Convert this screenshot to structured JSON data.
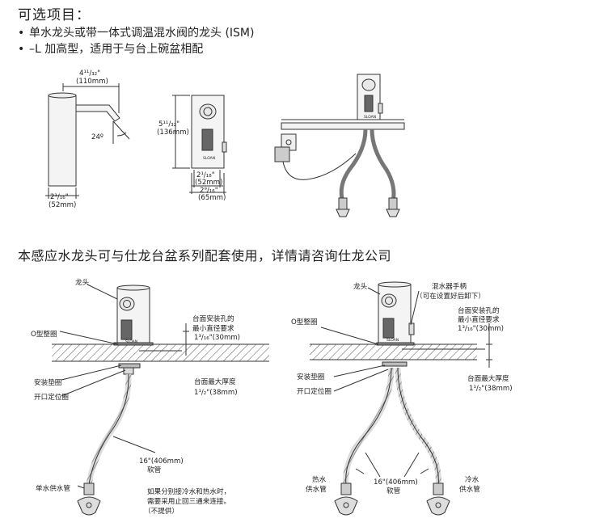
{
  "header": {
    "title": "可选项目：",
    "bullets": [
      "单水龙头或带一体式调温混水阀的龙头 (ISM)",
      "–L 加高型，适用于与台上碗盆相配"
    ]
  },
  "section": {
    "title": "本感应水龙头可与仕龙台盆系列配套使用，详情请咨询仕龙公司"
  },
  "top_dims": {
    "spout_reach_in": "4¹¹/₃₂\"",
    "spout_reach_mm": "(110mm)",
    "angle": "24º",
    "base_dia_in": "2¹/₁₆\"",
    "base_dia_mm": "(52mm)",
    "height_in": "5¹¹/₃₂\"",
    "height_mm": "(136mm)",
    "inner_in": "2¹/₁₈\"",
    "inner_mm": "(52mm)",
    "outer_in": "2⁹/₁₆\"",
    "outer_mm": "(65mm)"
  },
  "brand": "SLOAN",
  "left_install": {
    "faucet": "龙头",
    "oring": "O型整圈",
    "hole_line1": "台面安装孔的",
    "hole_line2": "最小直径要求",
    "hole_dim": "1³/₁₆\"(30mm)",
    "gasket": "安装垫圈",
    "locator": "开口定位圈",
    "thick_line1": "台面最大厚度",
    "thick_dim": "1¹/₂\"(38mm)",
    "hose_dim": "16\"(406mm)",
    "hose": "软管",
    "supply": "单水供水管",
    "note1": "如果分别接冷水和热水时，",
    "note2": "需要采用止回三通来连接。",
    "note3": "（不提供）"
  },
  "right_install": {
    "faucet": "龙头",
    "mixer_line1": "混水器手柄",
    "mixer_line2": "（可在设置好后卸下）",
    "hole_line1": "台面安装孔的",
    "hole_line2": "最小直径要求",
    "hole_dim": "1³/₁₆\"(30mm)",
    "oring": "O型整圈",
    "gasket": "安装垫圈",
    "locator": "开口定位圈",
    "thick_line1": "台面最大厚度",
    "thick_dim": "1¹/₂\"(38mm)",
    "hot_line1": "热水",
    "hot_line2": "供水管",
    "hose_dim": "16\"(406mm)",
    "hose": "软管",
    "cold_line1": "冷水",
    "cold_line2": "供水管"
  },
  "colors": {
    "line": "#333333",
    "hatch": "#555555",
    "hose": "#777777"
  }
}
